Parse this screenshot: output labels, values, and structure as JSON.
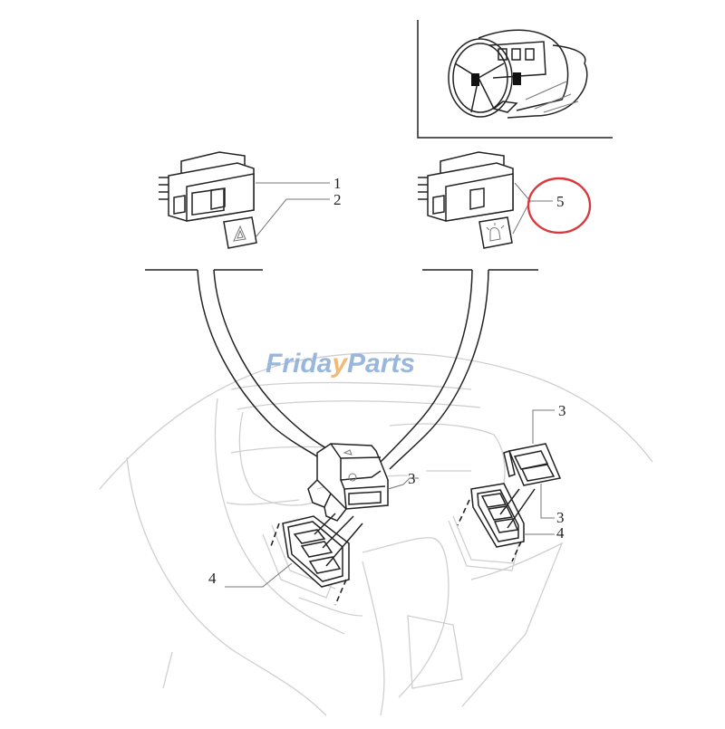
{
  "diagram": {
    "type": "exploded parts diagram",
    "subject": "Dashboard rocker switches (hazard warning & beacon) with mounting frames",
    "inset": {
      "description": "Tractor steering wheel and dashboard location view"
    },
    "parts": [
      {
        "callout": "1",
        "description": "Rocker switch (hazard)"
      },
      {
        "callout": "2",
        "description": "Hazard warning symbol lens"
      },
      {
        "callout": "3",
        "description": "Switch / blanking cover"
      },
      {
        "callout": "4",
        "description": "Switch mounting frame"
      },
      {
        "callout": "5",
        "description": "Rocker switch with beacon symbol"
      }
    ],
    "labels": {
      "l1": "1",
      "l2": "2",
      "l3a": "3",
      "l3b": "3",
      "l3c": "3",
      "l4a": "4",
      "l4b": "4",
      "l5": "5"
    },
    "highlight": {
      "target_callout": "5",
      "color": "#d9393e"
    }
  },
  "watermark": {
    "part1": "Frida",
    "part2": "y",
    "part3": "Parts",
    "color_main": "#8fb0d9",
    "color_accent": "#f0b36a"
  }
}
